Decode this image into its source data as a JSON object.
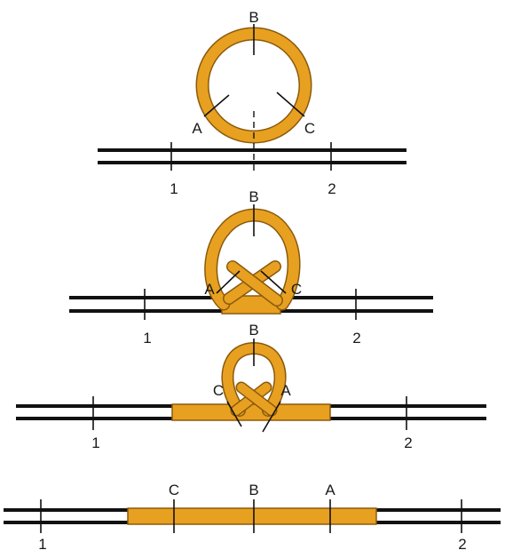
{
  "colors": {
    "strand": "#111111",
    "insert": "#E8A020",
    "insert_outline": "#8a5a0c",
    "tick": "#111111"
  },
  "panels": [
    {
      "id": "panel-1",
      "labels": {
        "b": "B",
        "a": "A",
        "c": "C",
        "site1": "1",
        "site2": "2"
      }
    },
    {
      "id": "panel-2",
      "labels": {
        "b": "B",
        "a": "A",
        "c": "C",
        "site1": "1",
        "site2": "2"
      }
    },
    {
      "id": "panel-3",
      "labels": {
        "b": "B",
        "left": "C",
        "right": "A",
        "site1": "1",
        "site2": "2"
      }
    },
    {
      "id": "panel-4",
      "labels": {
        "c": "C",
        "b": "B",
        "a": "A",
        "site1": "1",
        "site2": "2"
      }
    }
  ]
}
